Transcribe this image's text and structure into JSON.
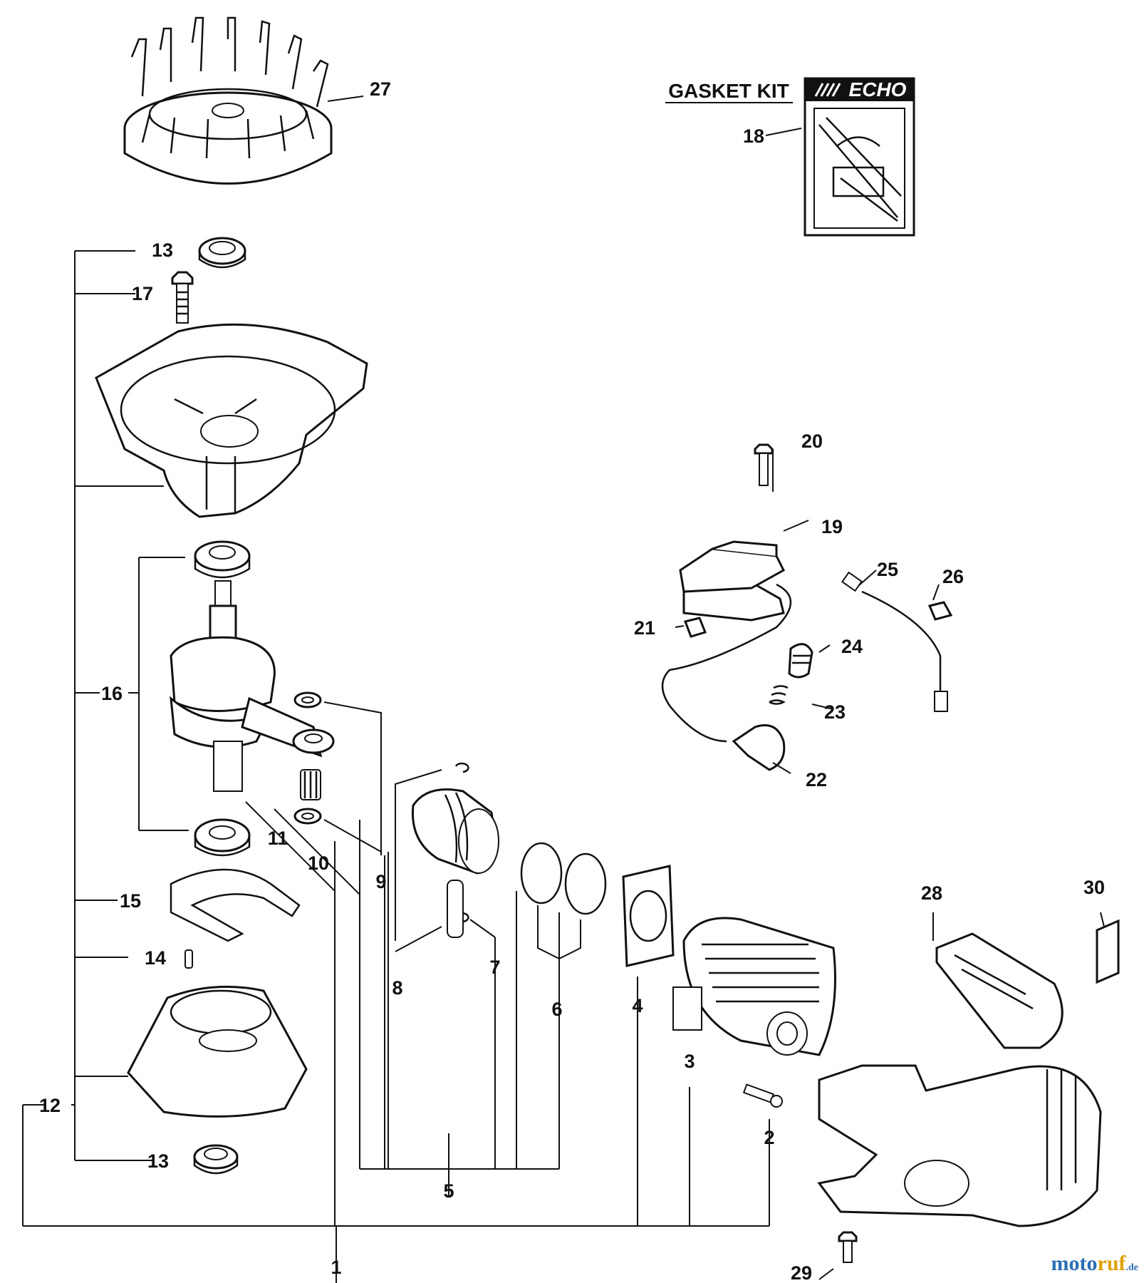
{
  "gasket_kit": {
    "title": "GASKET KIT",
    "brand": "ECHO"
  },
  "callouts": [
    "1",
    "2",
    "3",
    "4",
    "5",
    "6",
    "7",
    "8",
    "9",
    "10",
    "11",
    "12",
    "13",
    "13",
    "14",
    "15",
    "16",
    "17",
    "18",
    "19",
    "20",
    "21",
    "22",
    "23",
    "24",
    "25",
    "26",
    "27",
    "28",
    "29",
    "30"
  ],
  "watermark": {
    "a": "moto",
    "b": "ruf",
    "c": ".de"
  }
}
